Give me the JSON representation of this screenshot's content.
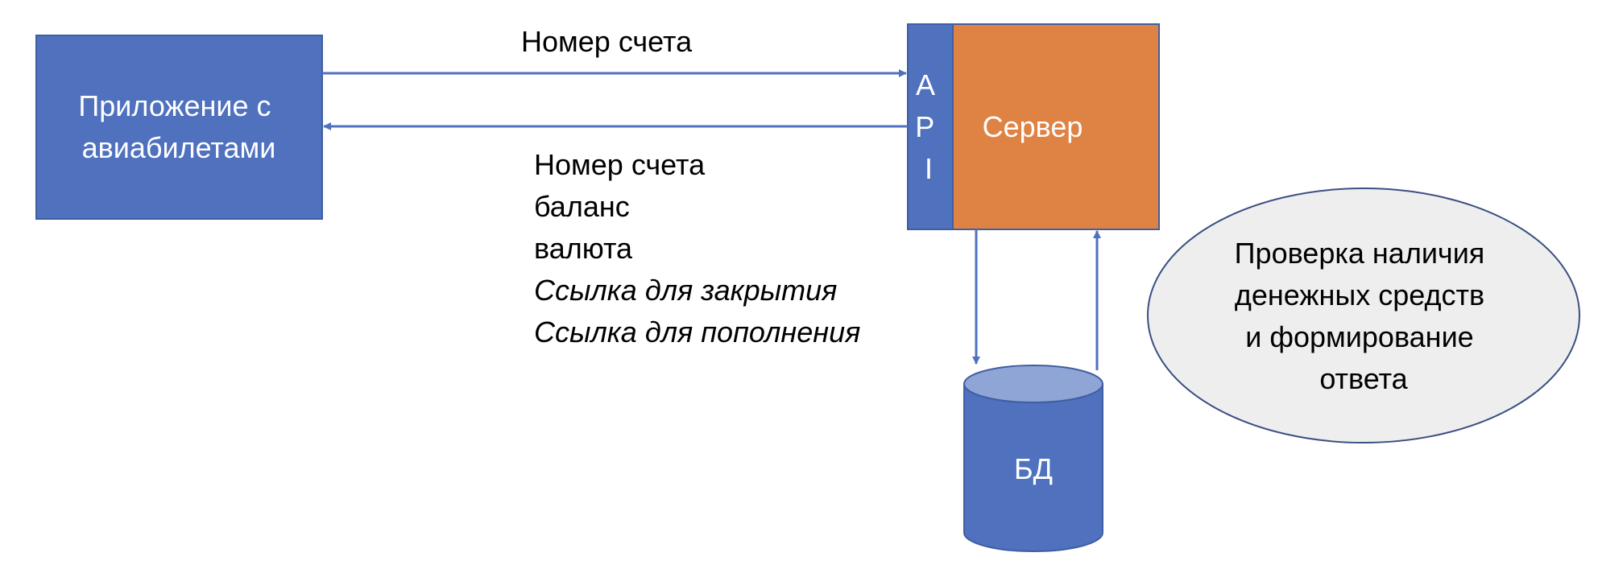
{
  "colors": {
    "blue": "#4f71be",
    "blue_border": "#3f5ea3",
    "orange": "#df8344",
    "cylinder_top": "#8fa5d6",
    "ellipse_fill": "#eeeeee",
    "ellipse_border": "#3a4f82",
    "arrow": "#4f71be"
  },
  "app_box": {
    "lines": [
      "Приложение с",
      "авиабилетами"
    ]
  },
  "api": {
    "letters": [
      "A",
      "P",
      "I"
    ]
  },
  "server": {
    "label": "Сервер"
  },
  "database": {
    "label": "БД"
  },
  "request": {
    "label": "Номер счета"
  },
  "response": {
    "lines": [
      {
        "text": "Номер счета",
        "italic": false
      },
      {
        "text": "баланс",
        "italic": false
      },
      {
        "text": "валюта",
        "italic": false
      },
      {
        "text": "Ссылка для закрытия",
        "italic": true
      },
      {
        "text": "Ссылка для пополнения",
        "italic": true
      }
    ]
  },
  "process_note": {
    "lines": [
      "Проверка наличия",
      "денежных средств",
      "и формирование",
      "ответа"
    ]
  }
}
